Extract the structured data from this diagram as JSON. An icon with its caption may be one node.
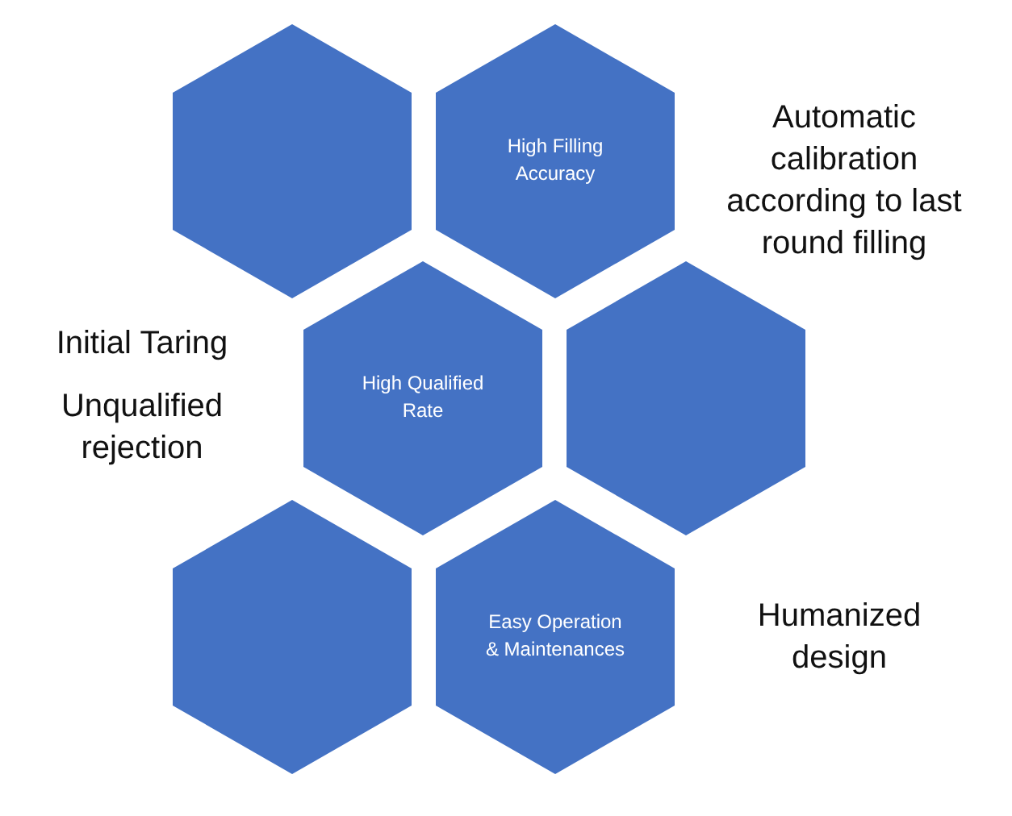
{
  "diagram": {
    "nodes": [
      {
        "text": [],
        "shape": "hexagon"
      },
      {
        "text": [
          "High Filling Accuracy"
        ]
      },
      {
        "text": [
          "High Qualified Rate"
        ]
      },
      {
        "text": [],
        "shape": "hexagon"
      },
      {
        "text": [],
        "shape": "hexagon"
      },
      {
        "text": [
          "Easy Operation & Maintenances"
        ]
      }
    ],
    "labels": [
      "Automatic calibration according to last round filling",
      "Initial Taring",
      "Unqualified rejection",
      "Humanized design"
    ]
  }
}
